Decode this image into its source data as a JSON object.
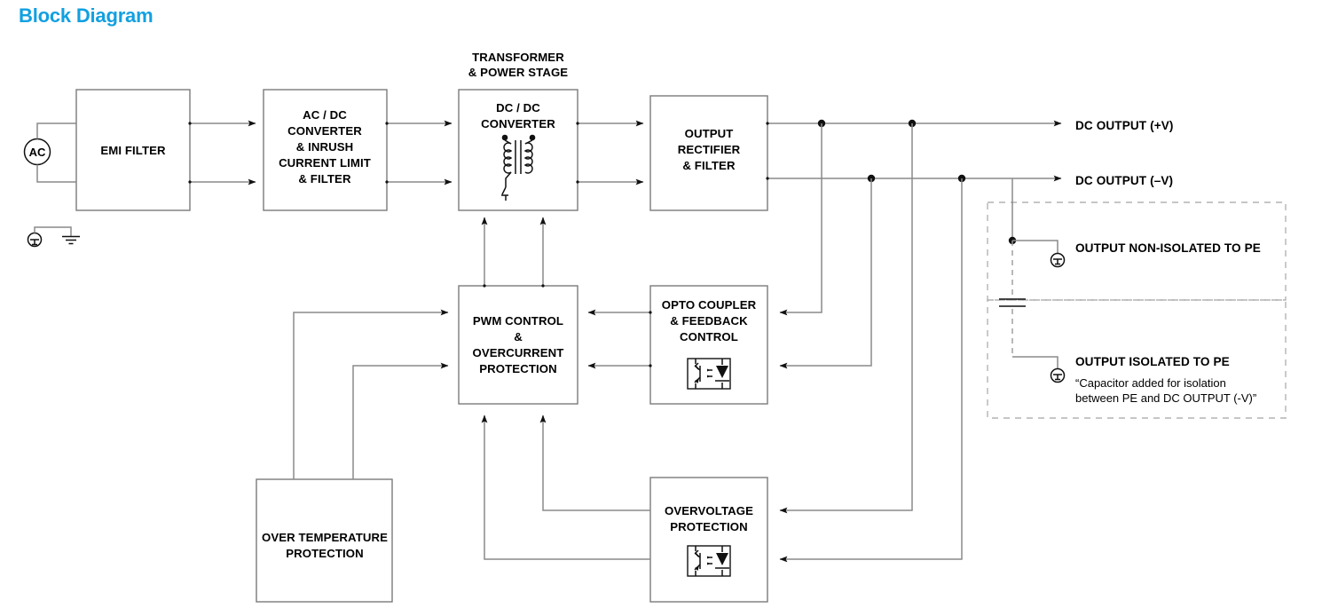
{
  "title": "Block Diagram",
  "accent_color": "#12a0e0",
  "source": {
    "label": "AC",
    "name": "ac-source"
  },
  "blocks": [
    {
      "id": "emi",
      "label_lines": [
        "EMI FILTER"
      ]
    },
    {
      "id": "acdc",
      "label_lines": [
        "AC / DC",
        "CONVERTER",
        "& INRUSH",
        "CURRENT LIMIT",
        "& FILTER"
      ]
    },
    {
      "id": "dcdc",
      "label_lines": [
        "DC / DC",
        "CONVERTER"
      ]
    },
    {
      "id": "rect",
      "label_lines": [
        "OUTPUT",
        "RECTIFIER",
        "& FILTER"
      ]
    },
    {
      "id": "pwm",
      "label_lines": [
        "PWM CONTROL",
        "&",
        "OVERCURRENT",
        "PROTECTION"
      ]
    },
    {
      "id": "opto",
      "label_lines": [
        "OPTO COUPLER",
        "& FEEDBACK",
        "CONTROL"
      ]
    },
    {
      "id": "overtemp",
      "label_lines": [
        "OVER TEMPERATURE",
        "PROTECTION"
      ]
    },
    {
      "id": "overvolt",
      "label_lines": [
        "OVERVOLTAGE",
        "PROTECTION"
      ]
    }
  ],
  "section_labels": {
    "transformer": [
      "TRANSFORMER",
      "& POWER STAGE"
    ]
  },
  "outputs": [
    {
      "id": "out-pos",
      "label": "DC OUTPUT (+V)"
    },
    {
      "id": "out-neg",
      "label": "DC OUTPUT (–V)"
    }
  ],
  "pe_section": {
    "non_isolated_label": "OUTPUT NON-ISOLATED TO PE",
    "isolated_label": "OUTPUT ISOLATED TO PE",
    "note_lines": [
      "“Capacitor added for isolation",
      "between PE and DC OUTPUT (-V)”"
    ]
  },
  "diagram_data": {
    "type": "block-diagram",
    "nodes": [
      "EMI FILTER",
      "AC / DC CONVERTER & INRUSH CURRENT LIMIT & FILTER",
      "DC / DC CONVERTER",
      "OUTPUT RECTIFIER & FILTER",
      "PWM CONTROL & OVERCURRENT PROTECTION",
      "OPTO COUPLER & FEEDBACK CONTROL",
      "OVER TEMPERATURE PROTECTION",
      "OVERVOLTAGE PROTECTION"
    ],
    "edges": [
      {
        "from": "AC",
        "to": "EMI FILTER"
      },
      {
        "from": "EMI FILTER",
        "to": "AC / DC CONVERTER & INRUSH CURRENT LIMIT & FILTER"
      },
      {
        "from": "AC / DC CONVERTER & INRUSH CURRENT LIMIT & FILTER",
        "to": "DC / DC CONVERTER"
      },
      {
        "from": "DC / DC CONVERTER",
        "to": "OUTPUT RECTIFIER & FILTER"
      },
      {
        "from": "OUTPUT RECTIFIER & FILTER",
        "to": "DC OUTPUT (+V)"
      },
      {
        "from": "OUTPUT RECTIFIER & FILTER",
        "to": "DC OUTPUT (-V)"
      },
      {
        "from": "OUTPUT RECTIFIER & FILTER",
        "to": "OPTO COUPLER & FEEDBACK CONTROL"
      },
      {
        "from": "OPTO COUPLER & FEEDBACK CONTROL",
        "to": "PWM CONTROL & OVERCURRENT PROTECTION"
      },
      {
        "from": "PWM CONTROL & OVERCURRENT PROTECTION",
        "to": "DC / DC CONVERTER"
      },
      {
        "from": "OVER TEMPERATURE PROTECTION",
        "to": "PWM CONTROL & OVERCURRENT PROTECTION"
      },
      {
        "from": "OVERVOLTAGE PROTECTION",
        "to": "PWM CONTROL & OVERCURRENT PROTECTION"
      },
      {
        "from": "OUTPUT RECTIFIER & FILTER",
        "to": "OVERVOLTAGE PROTECTION"
      }
    ]
  }
}
